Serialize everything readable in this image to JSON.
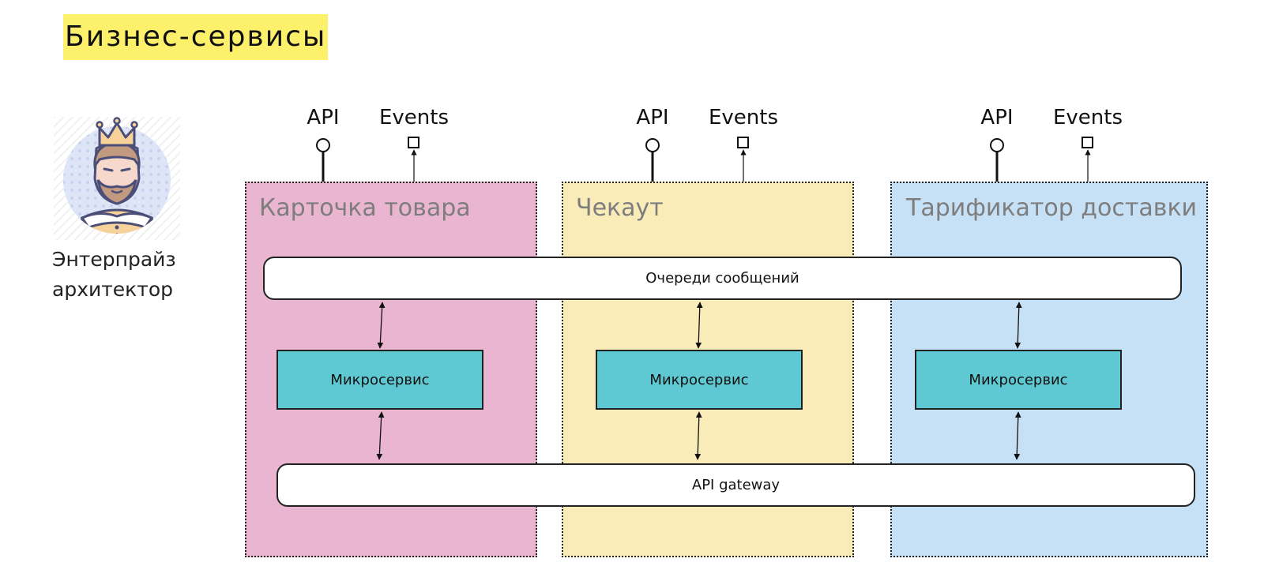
{
  "title": "Бизнес-сервисы",
  "actor": {
    "icon": "king-avatar-icon",
    "label_line1": "Энтерпрайз",
    "label_line2": "архитектор"
  },
  "colors": {
    "title_highlight": "#fdf06b",
    "zone_product": "#eab5d0",
    "zone_checkout": "#faecb9",
    "zone_delivery": "#c6e0f5",
    "microservice": "#5ec9d2",
    "zone_title_text": "#7d7d7d"
  },
  "zones": [
    {
      "title": "Карточка товара",
      "api_label": "API",
      "events_label": "Events",
      "microservice_label": "Микросервис"
    },
    {
      "title": "Чекаут",
      "api_label": "API",
      "events_label": "Events",
      "microservice_label": "Микросервис"
    },
    {
      "title": "Тарификатор доставки",
      "api_label": "API",
      "events_label": "Events",
      "microservice_label": "Микросервис"
    }
  ],
  "message_queue_label": "Очереди сообщений",
  "api_gateway_label": "API gateway"
}
